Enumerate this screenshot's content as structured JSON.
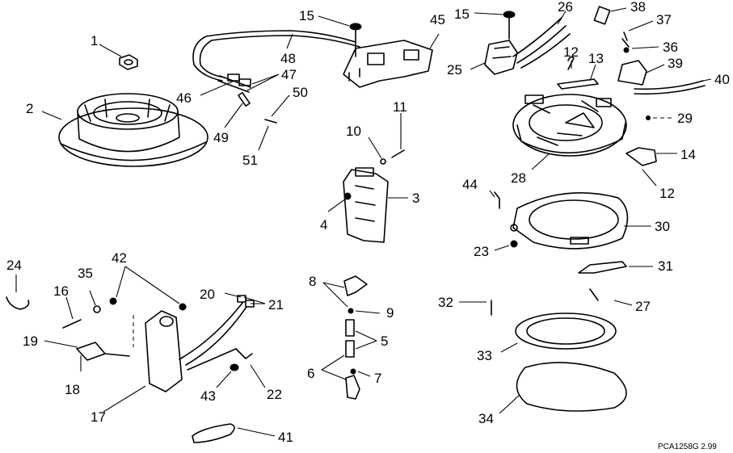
{
  "callouts": [
    "1",
    "2",
    "3",
    "4",
    "5",
    "6",
    "7",
    "8",
    "9",
    "10",
    "11",
    "12",
    "12",
    "13",
    "14",
    "15",
    "15",
    "16",
    "17",
    "18",
    "19",
    "20",
    "21",
    "22",
    "23",
    "24",
    "25",
    "26",
    "27",
    "28",
    "29",
    "30",
    "31",
    "32",
    "33",
    "34",
    "35",
    "36",
    "37",
    "38",
    "39",
    "40",
    "41",
    "42",
    "43",
    "44",
    "45",
    "46",
    "47",
    "48",
    "49",
    "50",
    "51"
  ],
  "figure_code": "PCA1258G  2.99"
}
